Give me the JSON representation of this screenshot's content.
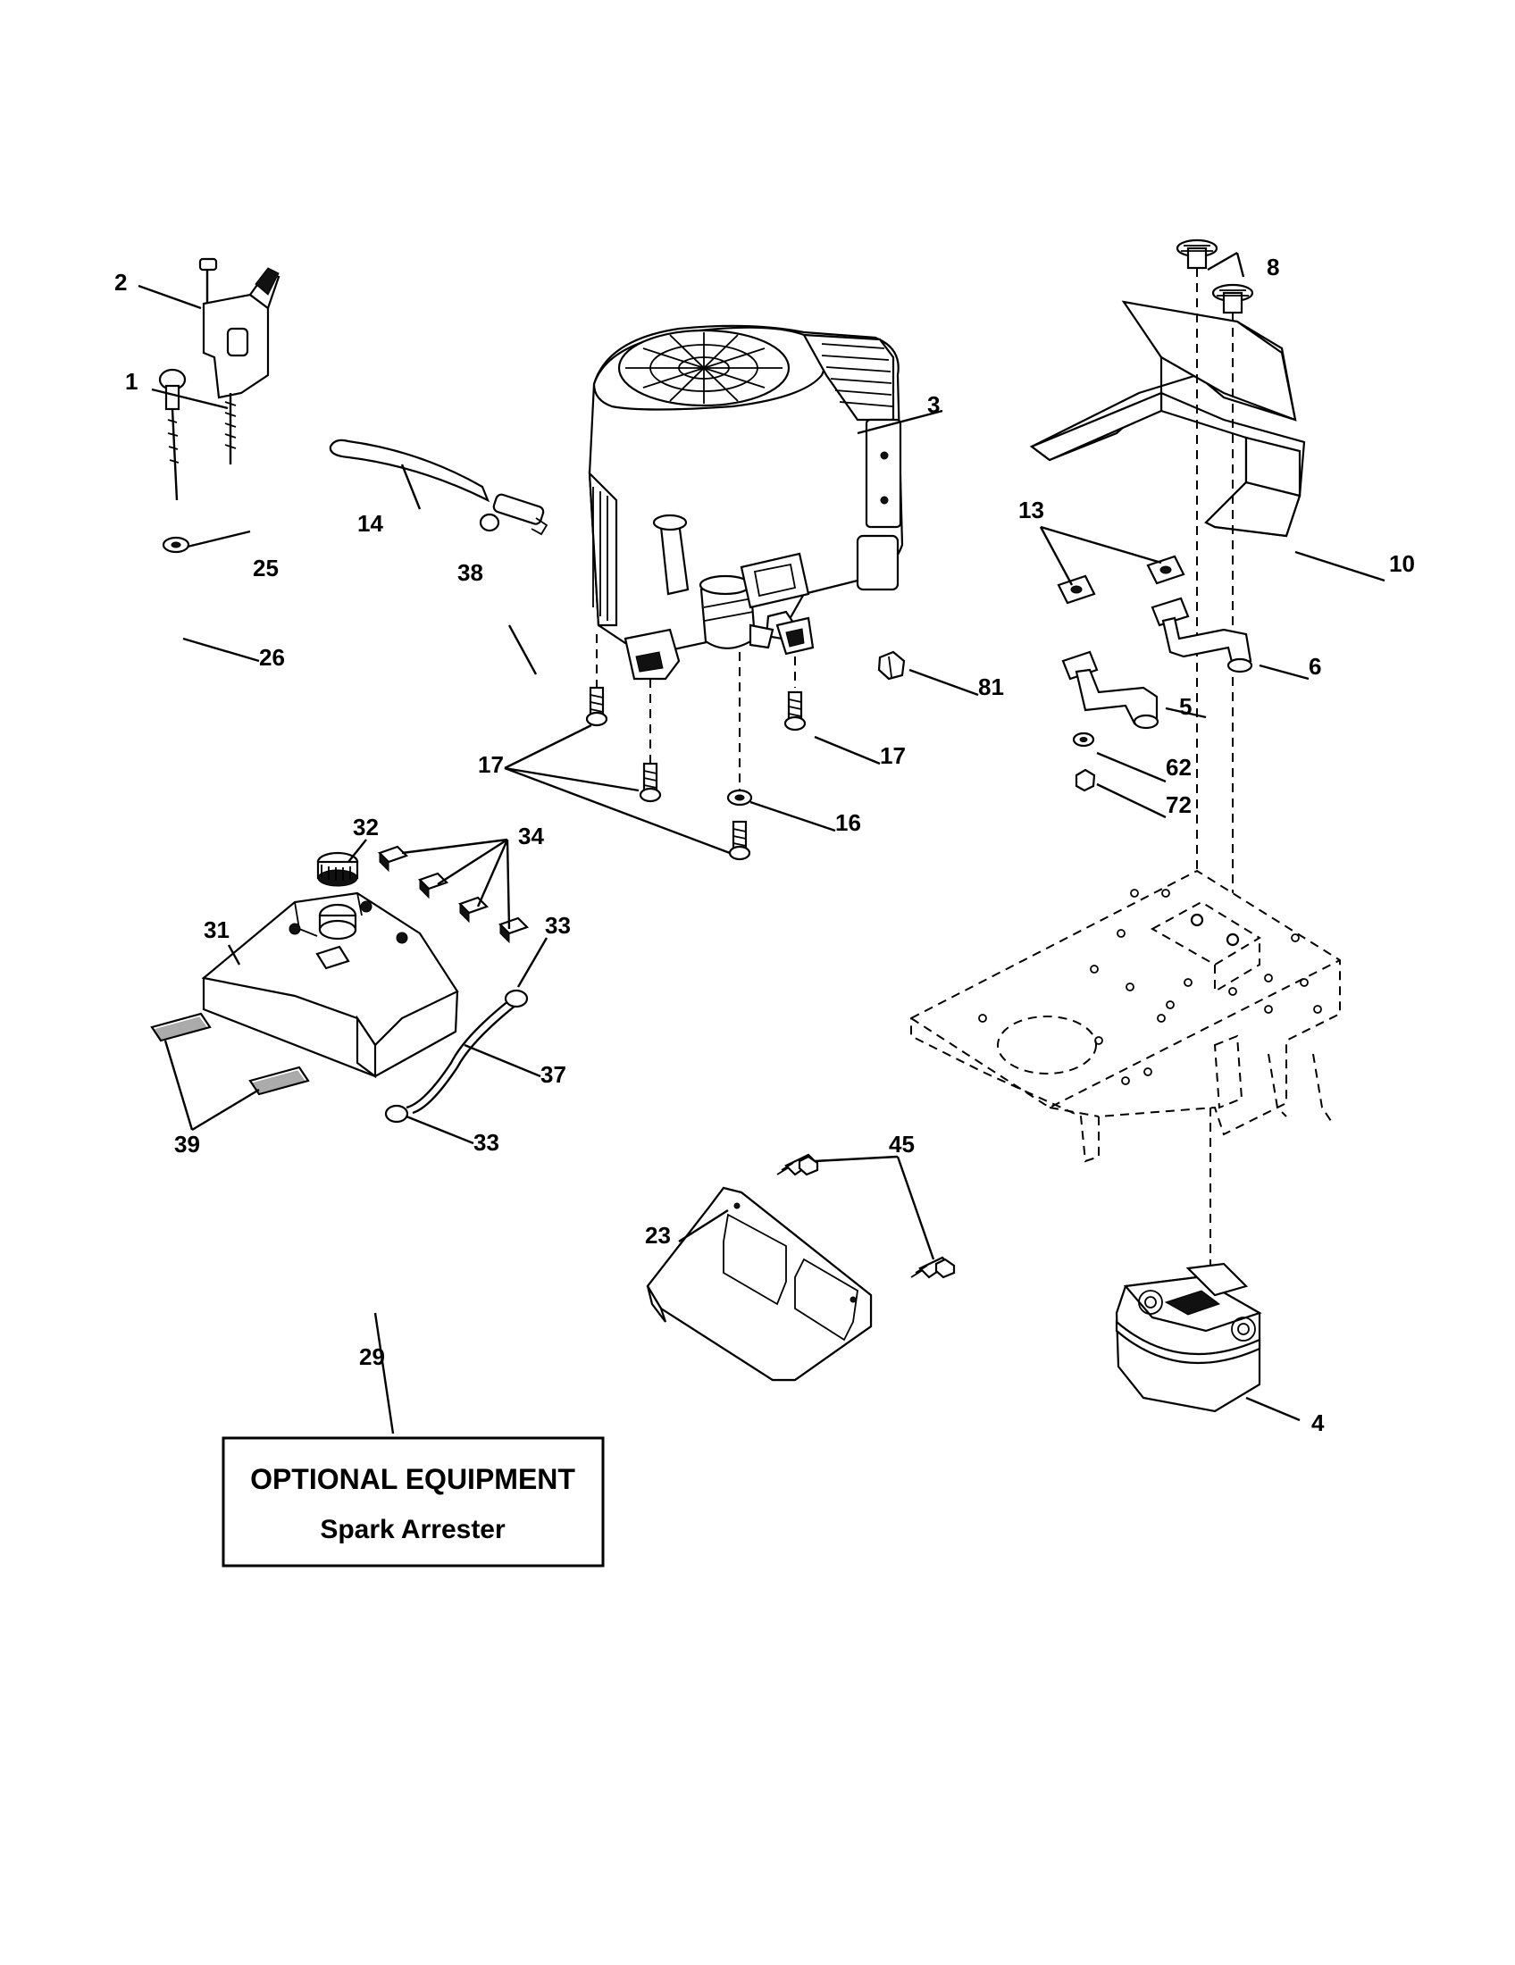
{
  "callouts": {
    "c1": "1",
    "c2": "2",
    "c3": "3",
    "c4": "4",
    "c5": "5",
    "c6": "6",
    "c8": "8",
    "c10": "10",
    "c13": "13",
    "c14": "14",
    "c16": "16",
    "c17a": "17",
    "c17b": "17",
    "c23": "23",
    "c25": "25",
    "c26": "26",
    "c29": "29",
    "c31": "31",
    "c32": "32",
    "c33a": "33",
    "c33b": "33",
    "c34": "34",
    "c37": "37",
    "c38": "38",
    "c39": "39",
    "c45": "45",
    "c62": "62",
    "c72": "72",
    "c81": "81"
  },
  "optional_box": {
    "title": "OPTIONAL EQUIPMENT",
    "subtitle": "Spark Arrester"
  }
}
